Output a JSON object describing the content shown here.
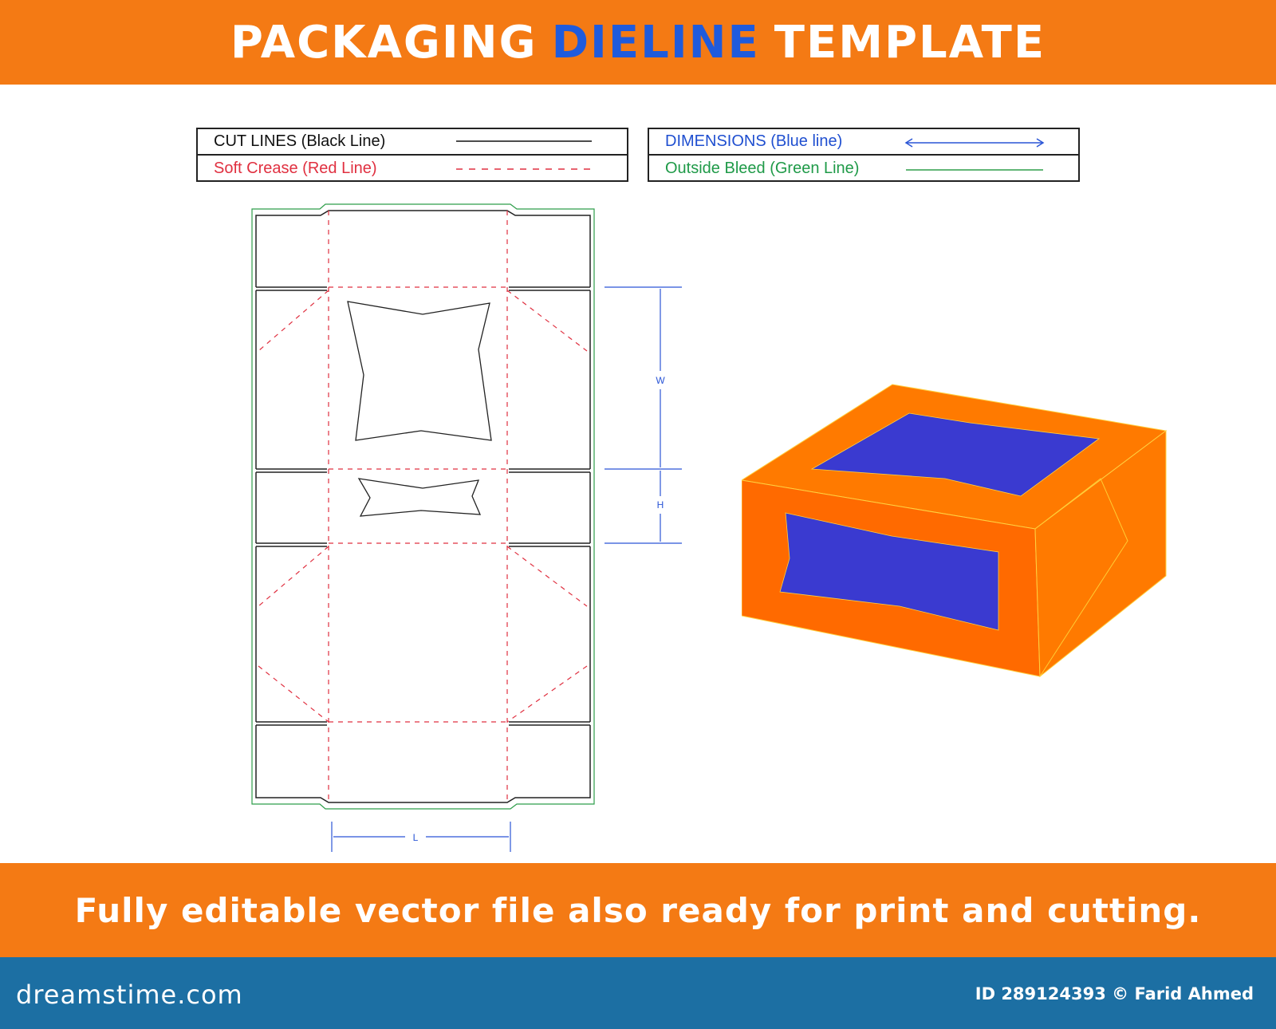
{
  "header": {
    "title_part1": "PACKAGING",
    "title_accent": "DIELINE",
    "title_part2": "TEMPLATE"
  },
  "legend": {
    "cut_lines": "CUT LINES (Black Line)",
    "soft_crease": "Soft Crease (Red Line)",
    "dimensions": "DIMENSIONS (Blue line)",
    "outside_bleed": "Outside Bleed (Green Line)"
  },
  "dimension_labels": {
    "width": "W",
    "height": "H",
    "length": "L"
  },
  "bottom_banner": {
    "text": "Fully editable vector file also ready for print and cutting."
  },
  "footer": {
    "brand": "dreamstime.com",
    "credit": "ID 289124393 © Farid Ahmed"
  },
  "colors": {
    "banner_orange": "#f47a14",
    "accent_blue": "#1f5bdc",
    "footer_blue": "#1c6fa3",
    "cut_line": "#222222",
    "crease_line": "#e03040",
    "dimension_line": "#2a55d6",
    "bleed_line": "#2e9e4a",
    "box_orange": "#ff7a00",
    "window_blue": "#3a3ad0"
  }
}
